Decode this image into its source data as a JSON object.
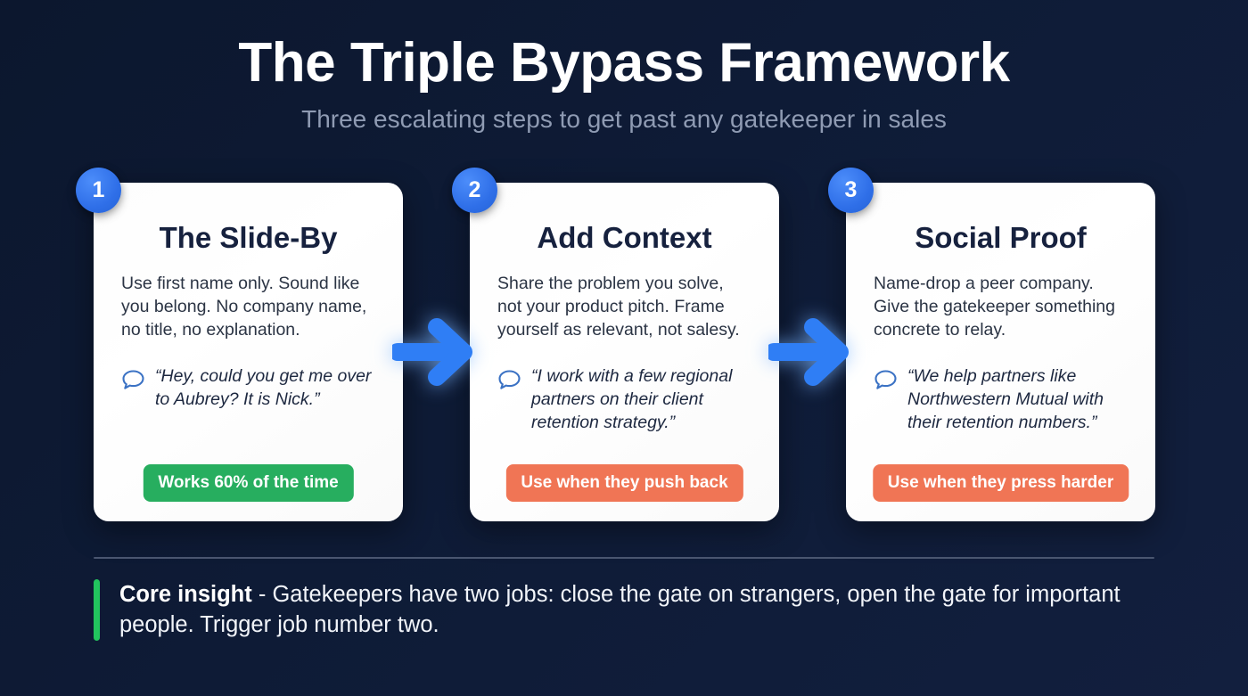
{
  "header": {
    "title": "The Triple Bypass Framework",
    "subtitle": "Three escalating steps to get past any gatekeeper in sales"
  },
  "colors": {
    "background": "#0d1a33",
    "badge_blue": "#2f6fe8",
    "arrow_blue": "#2f7ef5",
    "pill_green": "#27ae5f",
    "pill_orange": "#f07555",
    "accent_green": "#22c55e",
    "card_white": "#ffffff",
    "title_navy": "#16213e",
    "body_gray": "#2b3444",
    "subtitle_gray": "#8f9bb3",
    "divider_gray": "#4a5670"
  },
  "steps": [
    {
      "number": "1",
      "title": "The Slide-By",
      "body": "Use first name only. Sound like you belong. No company name, no title, no explanation.",
      "quote": "“Hey, could you get me over to Aubrey? It is Nick.”",
      "pill_label": "Works 60% of the time",
      "pill_style": "green",
      "icon": "speech-bubble-icon"
    },
    {
      "number": "2",
      "title": "Add Context",
      "body": "Share the problem you solve, not your product pitch. Frame yourself as relevant, not salesy.",
      "quote": "“I work with a few regional partners on their client retention strategy.”",
      "pill_label": "Use when they push back",
      "pill_style": "orange",
      "icon": "speech-bubble-icon"
    },
    {
      "number": "3",
      "title": "Social Proof",
      "body": "Name-drop a peer company. Give the gatekeeper something concrete to relay.",
      "quote": "“We help partners like Northwestern Mutual with their retention numbers.”",
      "pill_label": "Use when they press harder",
      "pill_style": "orange",
      "icon": "speech-bubble-icon"
    }
  ],
  "connectors": [
    {
      "icon": "arrow-right-icon"
    },
    {
      "icon": "arrow-right-icon"
    }
  ],
  "footer": {
    "label": "Core insight",
    "separator": " - ",
    "text": "Gatekeepers have two jobs: close the gate on strangers, open the gate for important people. Trigger job number two."
  }
}
